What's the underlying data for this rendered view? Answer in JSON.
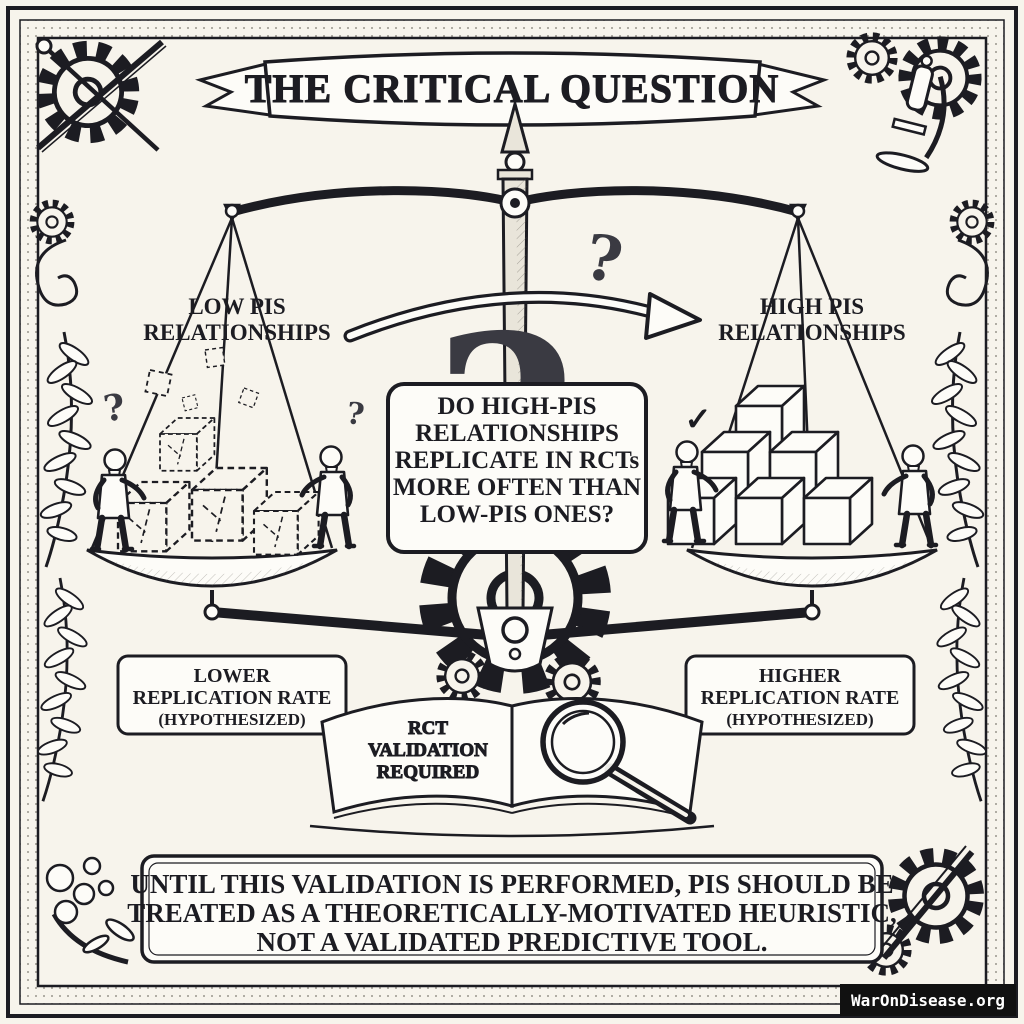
{
  "banner": {
    "title": "THE CRITICAL QUESTION"
  },
  "left_pan": {
    "label_lines": [
      "LOW PIS",
      "RELATIONSHIPS"
    ]
  },
  "right_pan": {
    "label_lines": [
      "HIGH PIS",
      "RELATIONSHIPS"
    ]
  },
  "bubble": {
    "lines": [
      "DO HIGH-PIS",
      "RELATIONSHIPS",
      "REPLICATE IN RCTs",
      "MORE OFTEN THAN",
      "LOW-PIS ONES?"
    ]
  },
  "left_box": {
    "lines": [
      "LOWER",
      "REPLICATION RATE",
      "(HYPOTHESIZED)"
    ]
  },
  "right_box": {
    "lines": [
      "HIGHER",
      "REPLICATION RATE",
      "(HYPOTHESIZED)"
    ]
  },
  "book": {
    "lines": [
      "RCT",
      "VALIDATION",
      "REQUIRED"
    ]
  },
  "bottom_box": {
    "lines": [
      "UNTIL THIS VALIDATION IS PERFORMED, PIS SHOULD BE",
      "TREATED AS A THEORETICALLY-MOTIVATED HEURISTIC,",
      "NOT A VALIDATED PREDICTIVE TOOL."
    ]
  },
  "watermark": {
    "text": "WarOnDisease.org"
  },
  "marks": {
    "question": "?",
    "check": "✓"
  },
  "colors": {
    "ink": "#1c1c22",
    "paper": "#f7f4ec",
    "panel": "#fdfcf8"
  }
}
